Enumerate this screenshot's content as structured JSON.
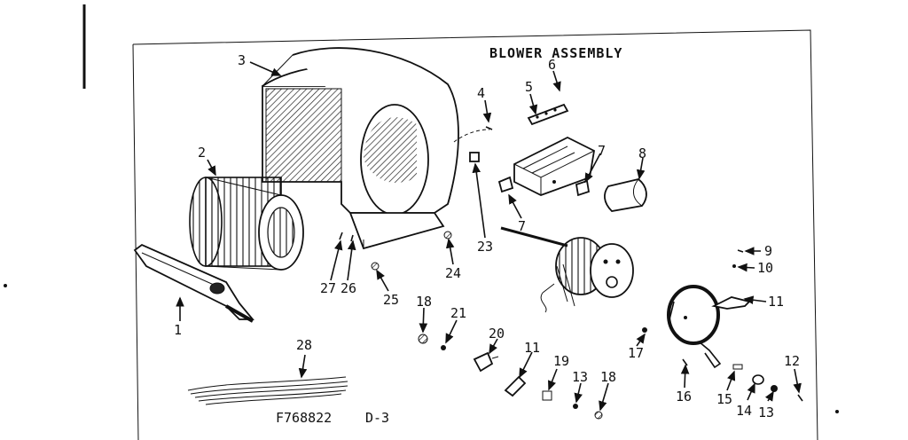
{
  "title": "BLOWER ASSEMBLY",
  "footer": {
    "part_number": "F768822",
    "page": "D-3"
  },
  "callouts": [
    "1",
    "2",
    "3",
    "4",
    "5",
    "6",
    "7",
    "7",
    "8",
    "9",
    "10",
    "11",
    "11",
    "12",
    "13",
    "13",
    "14",
    "15",
    "16",
    "17",
    "18",
    "18",
    "19",
    "20",
    "21",
    "23",
    "24",
    "25",
    "26",
    "27",
    "28"
  ]
}
